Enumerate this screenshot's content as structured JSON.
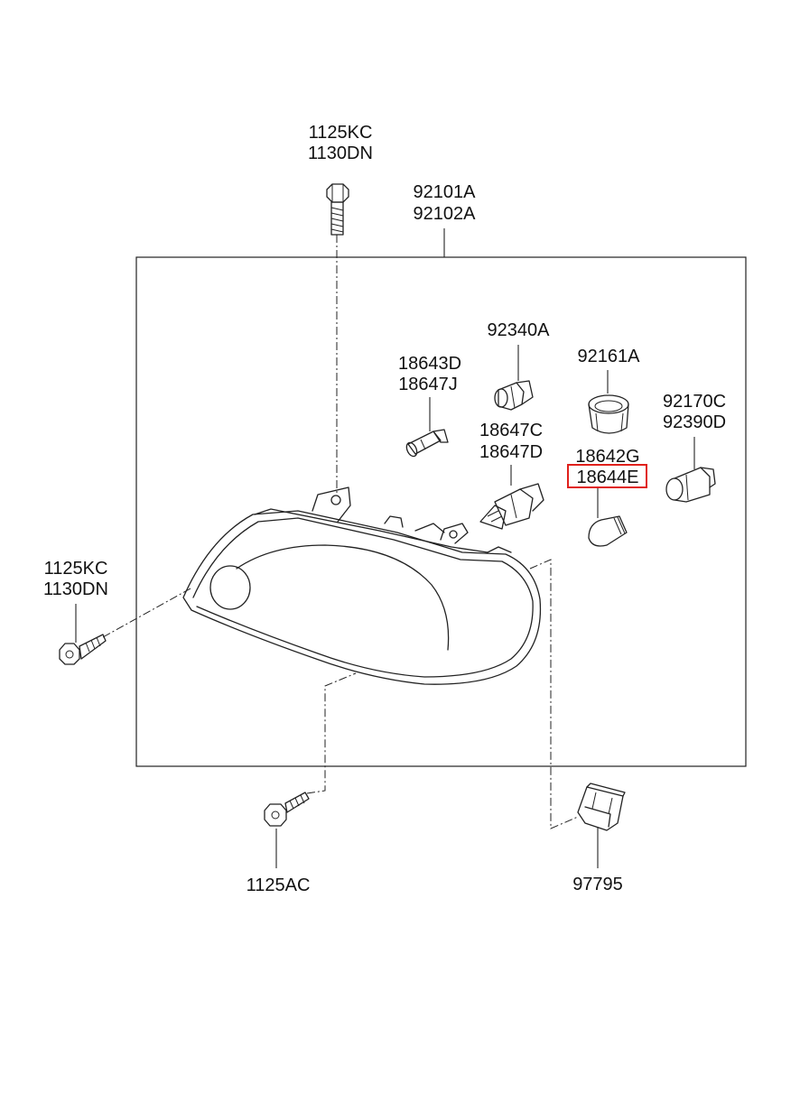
{
  "labels": {
    "screw_top": [
      "1125KC",
      "1130DN"
    ],
    "assembly": [
      "92101A",
      "92102A"
    ],
    "bulb_side": [
      "92340A"
    ],
    "socket_small": [
      "18643D",
      "18647J"
    ],
    "socket_main": [
      "92161A"
    ],
    "bulb_turn": [
      "92170C",
      "92390D"
    ],
    "bulb_head": [
      "18647C",
      "18647D"
    ],
    "bulb_amber_1": "18642G",
    "bulb_amber_2": "18644E",
    "screw_left": [
      "1125KC",
      "1130DN"
    ],
    "screw_bottom": "1125AC",
    "clip": "97795"
  },
  "highlight_color": "#e0201b"
}
